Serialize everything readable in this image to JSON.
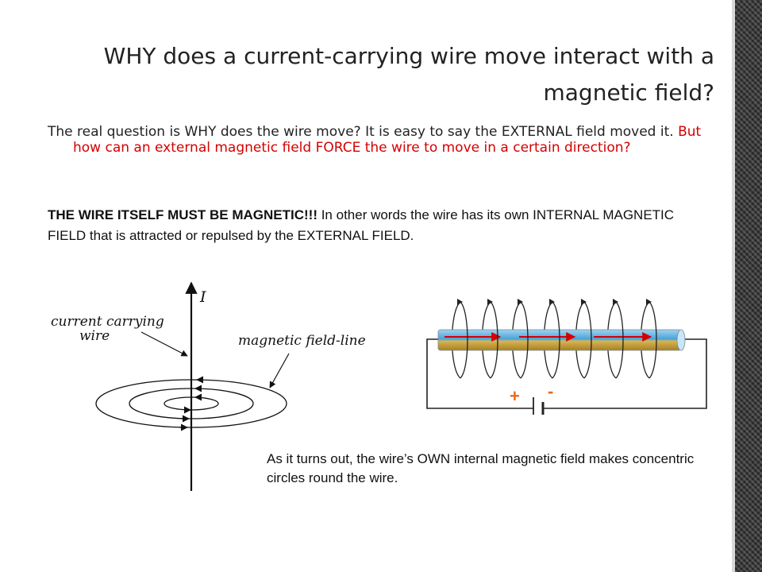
{
  "slide": {
    "title": "WHY does a current-carrying wire move interact with a magnetic field?",
    "paragraph1": {
      "black": "The real question is WHY does the wire move? It is easy to say the EXTERNAL field moved it. ",
      "red": "But how can an external magnetic field FORCE the wire to move in a certain direction?"
    },
    "paragraph2": {
      "bold": "THE WIRE ITSELF MUST BE MAGNETIC!!!",
      "rest": " In other words the wire has its own INTERNAL MAGNETIC FIELD that is attracted or repulsed by the EXTERNAL FIELD."
    },
    "caption": "As it turns out, the wire’s OWN internal magnetic field makes concentric circles round the wire."
  },
  "diagram_left": {
    "current_label": "I",
    "wire_label_line1": "current carrying",
    "wire_label_line2": "wire",
    "field_label": "magnetic field-line"
  },
  "diagram_right": {
    "plus": "+",
    "minus": "-"
  },
  "colors": {
    "text": "#222222",
    "accent_red": "#d40000",
    "battery_orange": "#e86a1a",
    "wire_blue": "#4aa3d8",
    "wire_gold": "#c9a23a"
  }
}
